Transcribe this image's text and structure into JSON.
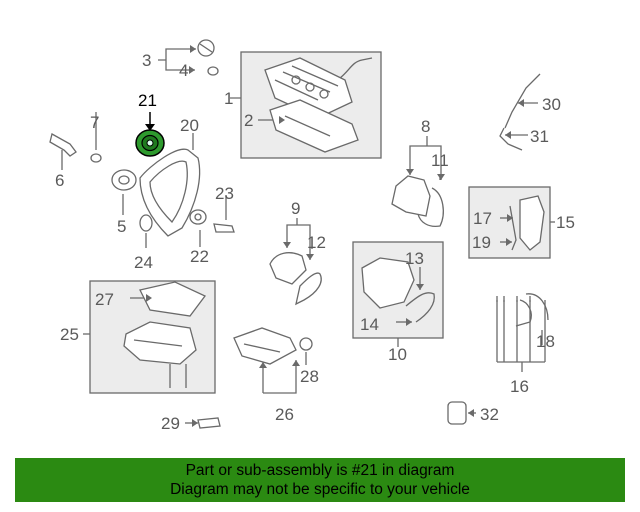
{
  "colors": {
    "line": "#6a6a6a",
    "box_fill": "#ececec",
    "highlight": "#2e9a2e",
    "banner": "#2b8a12",
    "text": "#5a5a5a"
  },
  "highlighted_part": "21",
  "callouts": [
    "1",
    "2",
    "3",
    "4",
    "5",
    "6",
    "7",
    "8",
    "9",
    "10",
    "11",
    "12",
    "13",
    "14",
    "15",
    "16",
    "17",
    "18",
    "19",
    "20",
    "21",
    "22",
    "23",
    "24",
    "25",
    "26",
    "27",
    "28",
    "29",
    "30",
    "31",
    "32"
  ],
  "banner": {
    "line1": "Part or sub-assembly is #21 in diagram",
    "line2": "Diagram may not be specific to your vehicle"
  }
}
